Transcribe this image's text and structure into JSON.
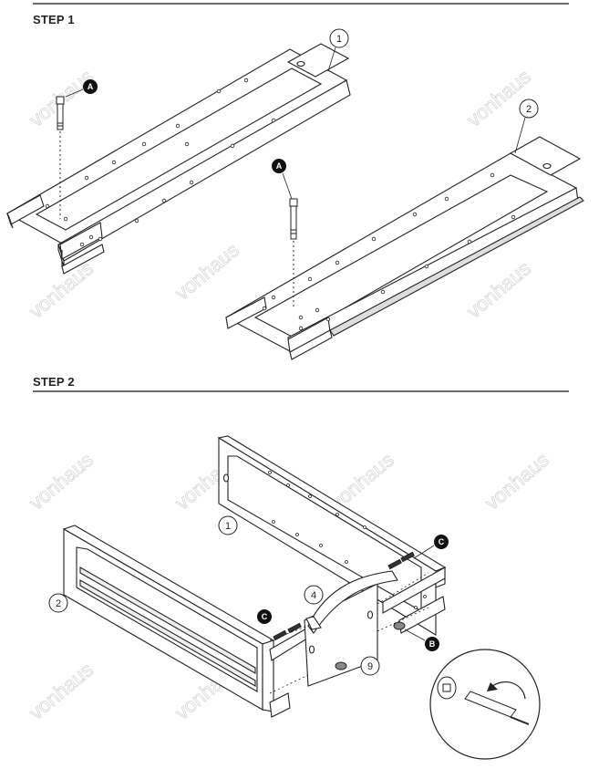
{
  "steps": [
    {
      "title": "STEP 1"
    },
    {
      "title": "STEP 2"
    }
  ],
  "callouts": {
    "part_1": "1",
    "part_2": "2",
    "part_4": "4",
    "part_9": "9",
    "fitting_a": "A",
    "fitting_b": "B",
    "fitting_c": "C"
  },
  "watermark": "vonhaus",
  "colors": {
    "line": "#222222",
    "rule": "#6b6b6b",
    "watermark": "#d6d6d6"
  }
}
